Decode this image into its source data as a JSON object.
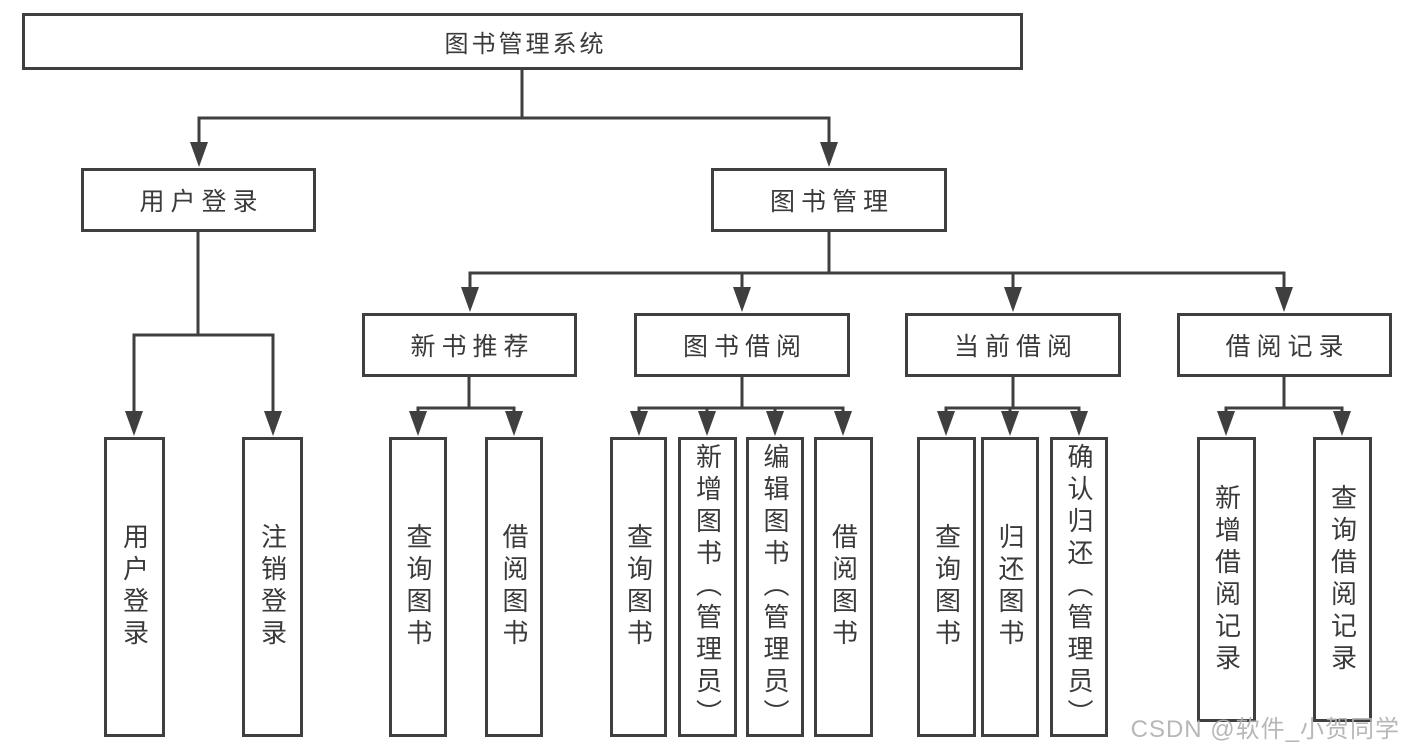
{
  "tree": {
    "root": {
      "label": "图书管理系统"
    },
    "branches": [
      {
        "label": "用户登录",
        "children": [
          {
            "label": "用户登录"
          },
          {
            "label": "注销登录"
          }
        ]
      },
      {
        "label": "图书管理",
        "children": [
          {
            "label": "新书推荐",
            "children": [
              {
                "label": "查询图书"
              },
              {
                "label": "借阅图书"
              }
            ]
          },
          {
            "label": "图书借阅",
            "children": [
              {
                "label": "查询图书"
              },
              {
                "label": "新增图书（管理员）"
              },
              {
                "label": "编辑图书（管理员）"
              },
              {
                "label": "借阅图书"
              }
            ]
          },
          {
            "label": "当前借阅",
            "children": [
              {
                "label": "查询图书"
              },
              {
                "label": "归还图书"
              },
              {
                "label": "确认归还（管理员）"
              }
            ]
          },
          {
            "label": "借阅记录",
            "children": [
              {
                "label": "新增借阅记录"
              },
              {
                "label": "查询借阅记录"
              }
            ]
          }
        ]
      }
    ]
  },
  "watermark": {
    "text": "CSDN @软件_小贺同学"
  },
  "colors": {
    "line": "#3f3f3f",
    "box_border": "#3f3f3f",
    "text": "#3a3a3a",
    "watermark": "#b3b0b0",
    "background": "#ffffff"
  }
}
